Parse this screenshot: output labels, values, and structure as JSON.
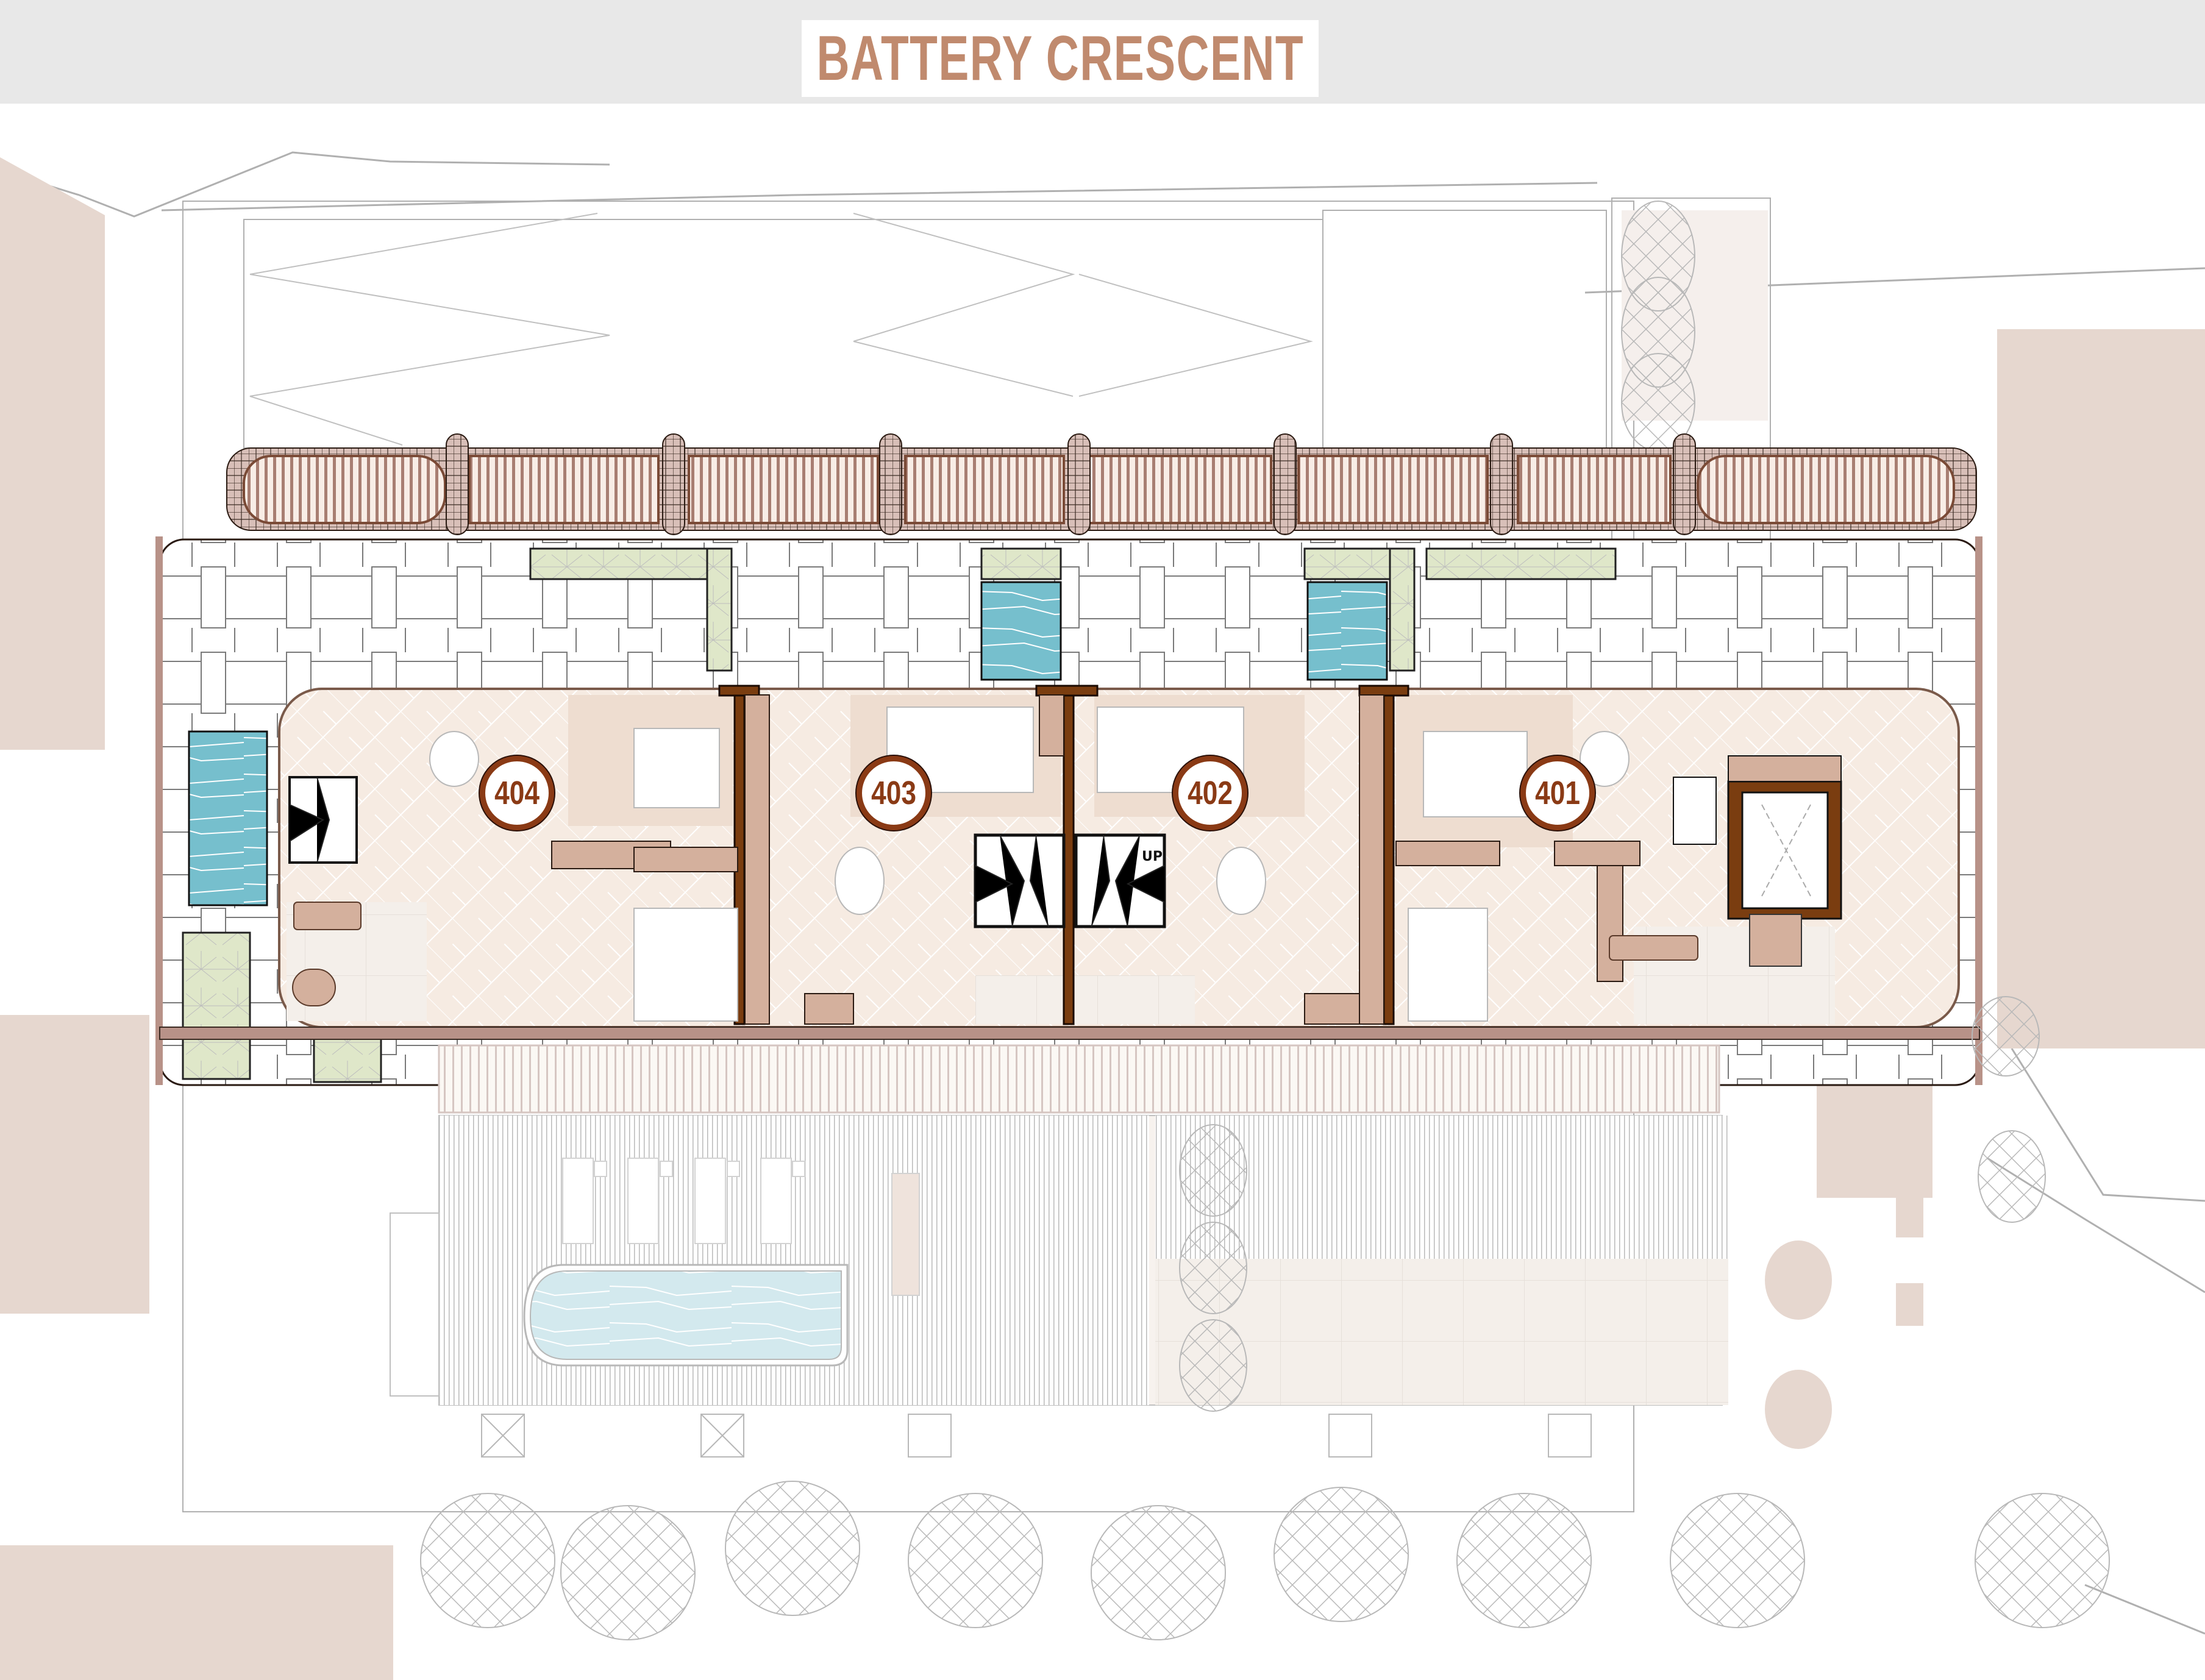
{
  "header": {
    "street_name": "BATTERY CRESCENT"
  },
  "units": [
    {
      "id": "unit-404",
      "number": "404"
    },
    {
      "id": "unit-403",
      "number": "403"
    },
    {
      "id": "unit-402",
      "number": "402"
    },
    {
      "id": "unit-401",
      "number": "401"
    }
  ],
  "annotations": {
    "stair_up": "UP"
  },
  "colors": {
    "title_text": "#c08a6e",
    "unit_badge_ring": "#8a3a15",
    "wall_dark": "#7a3d10",
    "floor_herringbone": "#f6ebe2",
    "living_zone": "#eeddd0",
    "joinery": "#d4b09d",
    "terrace_rail": "#b89288",
    "pool_water": "#76bfcd",
    "pool_water_faded": "#d3e9ee",
    "planter": "#dfe7c9",
    "neighbour_building": "#e6d7cf",
    "street": "#e8e8e8"
  }
}
